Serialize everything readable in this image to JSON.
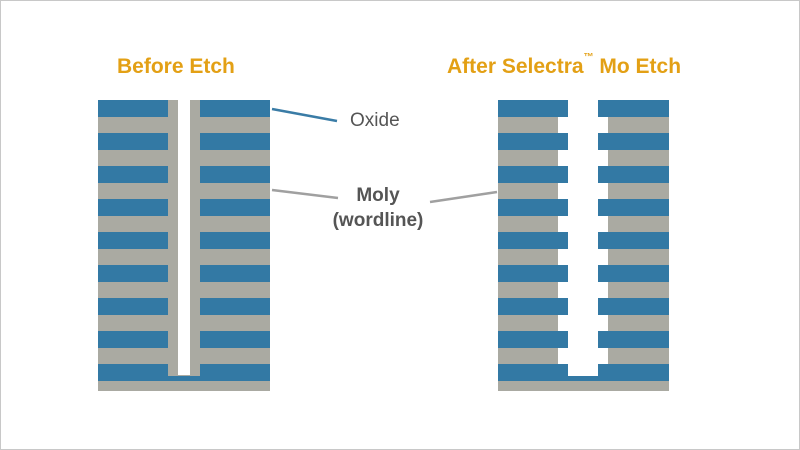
{
  "titles": {
    "before": "Before Etch",
    "after_prefix": "After Selectra",
    "after_mark": "™",
    "after_suffix": " Mo Etch"
  },
  "labels": {
    "oxide": "Oxide",
    "moly_line1": "Moly",
    "moly_line2": "(wordline)"
  },
  "colors": {
    "title": "#e3a015",
    "oxide": "#3379a4",
    "moly": "#aaaaa2",
    "label_text": "#555555",
    "oxide_leader": "#3a7ca6",
    "moly_leader": "#a0a0a0",
    "background": "#ffffff"
  }
}
